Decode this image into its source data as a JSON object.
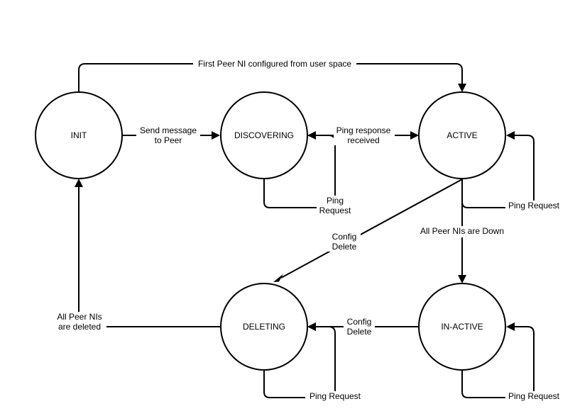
{
  "states": {
    "init": "INIT",
    "discovering": "DISCOVERING",
    "active": "ACTIVE",
    "deleting": "DELETING",
    "inactive": "IN-ACTIVE"
  },
  "transitions": {
    "init_to_active": "First Peer NI configured from user space",
    "init_to_discovering": [
      "Send message",
      "to Peer"
    ],
    "discovering_to_active": [
      "Ping response",
      "received"
    ],
    "discovering_self": [
      "Ping",
      "Request"
    ],
    "active_self": "Ping Request",
    "active_to_deleting": [
      "Config",
      "Delete"
    ],
    "active_to_inactive": "All Peer NIs are Down",
    "inactive_to_deleting": [
      "Config",
      "Delete"
    ],
    "deleting_to_init": [
      "All Peer NIs",
      "are deleted"
    ],
    "deleting_self": "Ping Request",
    "inactive_self": "Ping Request"
  }
}
